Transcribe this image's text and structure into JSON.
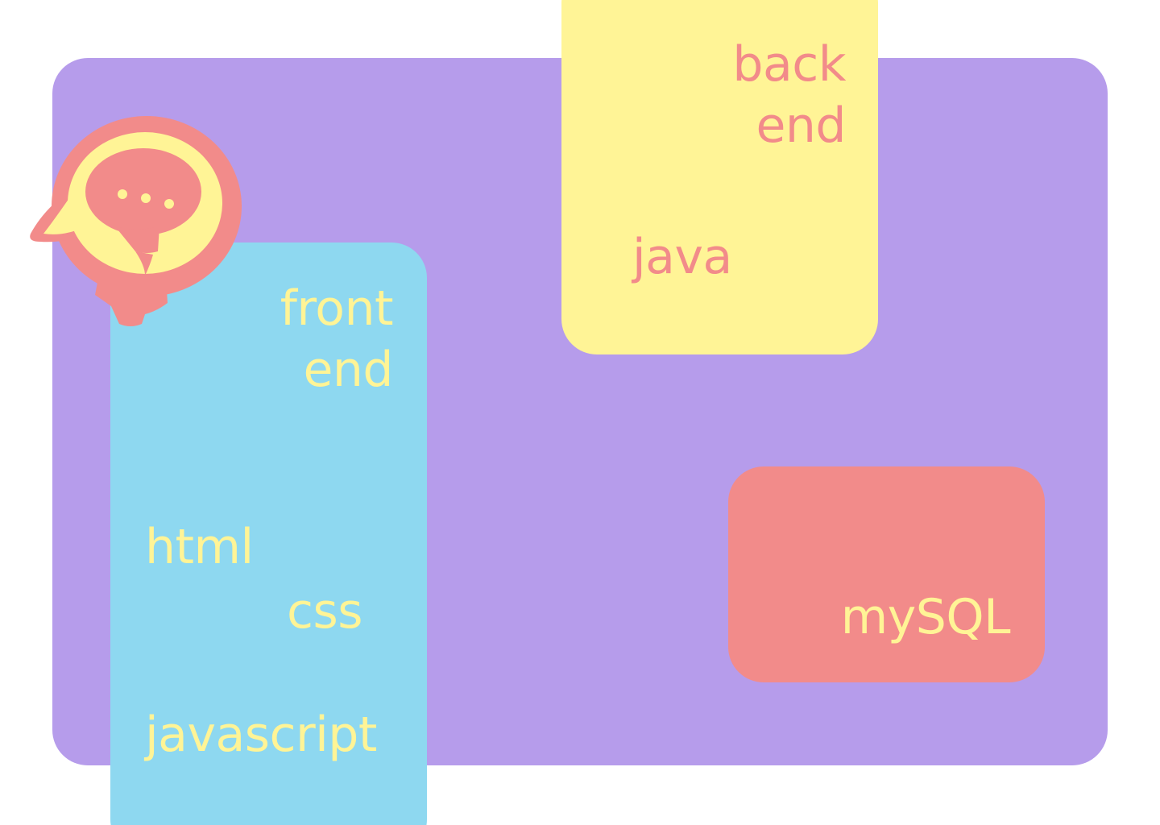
{
  "colors": {
    "background": "#ffffff",
    "purple": "#b69ceb",
    "yellow": "#fff496",
    "blue": "#8ed8f0",
    "coral": "#f28b8a"
  },
  "logo": {
    "icon": "lightbulb-chat-icon"
  },
  "backend": {
    "title_line1": "back",
    "title_line2": "end",
    "items": [
      "java"
    ]
  },
  "frontend": {
    "title_line1": "front",
    "title_line2": "end",
    "items": [
      "html",
      "css",
      "javascript"
    ]
  },
  "database": {
    "items": [
      "mySQL"
    ]
  }
}
